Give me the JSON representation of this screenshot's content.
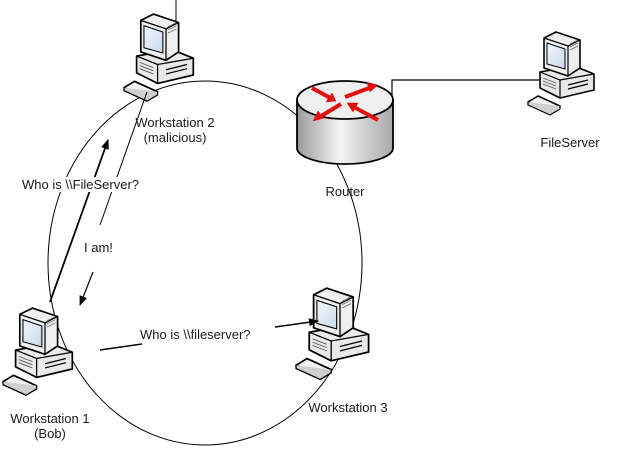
{
  "diagram": {
    "title": "",
    "nodes": [
      {
        "id": "ws2",
        "type": "workstation",
        "icon": "workstation-icon",
        "label_lines": [
          "Workstation 2",
          "(malicious)"
        ]
      },
      {
        "id": "router",
        "type": "router",
        "icon": "router-icon",
        "label_lines": [
          "Router"
        ]
      },
      {
        "id": "fileserver",
        "type": "workstation",
        "icon": "workstation-icon",
        "label_lines": [
          "FileServer"
        ]
      },
      {
        "id": "ws1",
        "type": "workstation",
        "icon": "workstation-icon",
        "label_lines": [
          "Workstation 1",
          "(Bob)"
        ]
      },
      {
        "id": "ws3",
        "type": "workstation",
        "icon": "workstation-icon",
        "label_lines": [
          "Workstation 3"
        ]
      }
    ],
    "edges": [
      {
        "from": "ring",
        "to": "router",
        "kind": "network-ring"
      },
      {
        "from": "router",
        "to": "fileserver",
        "kind": "link"
      },
      {
        "from": "ws1",
        "to": "ws2",
        "kind": "message",
        "label": "Who is \\\\FileServer?"
      },
      {
        "from": "ws2",
        "to": "ws1",
        "kind": "message",
        "label": "I am!"
      },
      {
        "from": "ws1",
        "to": "ws3",
        "kind": "message",
        "label": "Who is \\\\fileserver?"
      }
    ],
    "colors": {
      "line": "#000000",
      "router_arrows": "#e01010",
      "device_body": "#e8e8e8",
      "screen": "#dde8f4"
    }
  }
}
